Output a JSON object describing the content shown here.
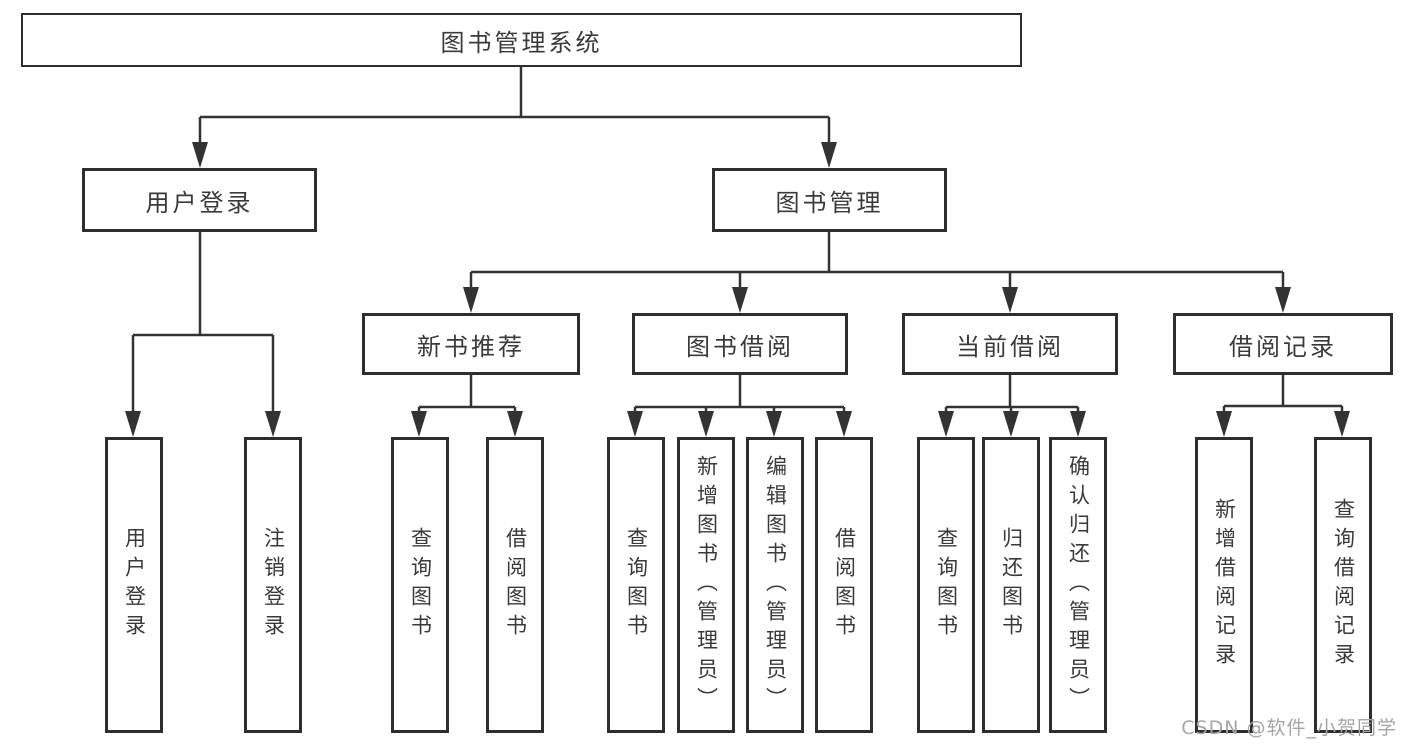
{
  "colors": {
    "background": "#ffffff",
    "line": "#333333",
    "box_border": "#2e2e2e",
    "text": "#3a3a3a",
    "watermark": "#a6a6a6"
  },
  "watermark": {
    "text": "CSDN @软件_小贺同学"
  },
  "tree": {
    "label": "图书管理系统",
    "children": [
      {
        "label": "用户登录",
        "children": [
          {
            "label": "用户登录"
          },
          {
            "label": "注销登录"
          }
        ]
      },
      {
        "label": "图书管理",
        "children": [
          {
            "label": "新书推荐",
            "children": [
              {
                "label": "查询图书"
              },
              {
                "label": "借阅图书"
              }
            ]
          },
          {
            "label": "图书借阅",
            "children": [
              {
                "label": "查询图书"
              },
              {
                "label": "新增图书（管理员）"
              },
              {
                "label": "编辑图书（管理员）"
              },
              {
                "label": "借阅图书"
              }
            ]
          },
          {
            "label": "当前借阅",
            "children": [
              {
                "label": "查询图书"
              },
              {
                "label": "归还图书"
              },
              {
                "label": "确认归还（管理员）"
              }
            ]
          },
          {
            "label": "借阅记录",
            "children": [
              {
                "label": "新增借阅记录"
              },
              {
                "label": "查询借阅记录"
              }
            ]
          }
        ]
      }
    ]
  }
}
